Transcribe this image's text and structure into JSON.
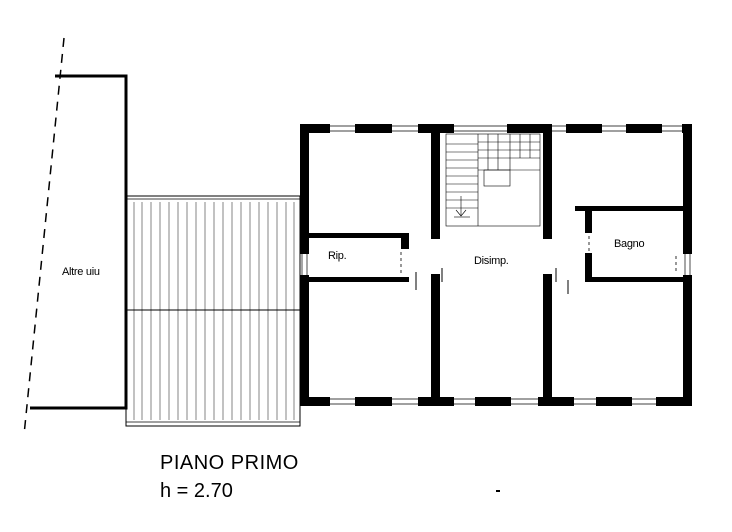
{
  "plan": {
    "title": "PIANO PRIMO",
    "height": "h = 2.70",
    "rooms": {
      "adjacent": "Altre uiu",
      "storage": "Rip.",
      "landing": "Disimp.",
      "bathroom": "Bagno"
    }
  }
}
